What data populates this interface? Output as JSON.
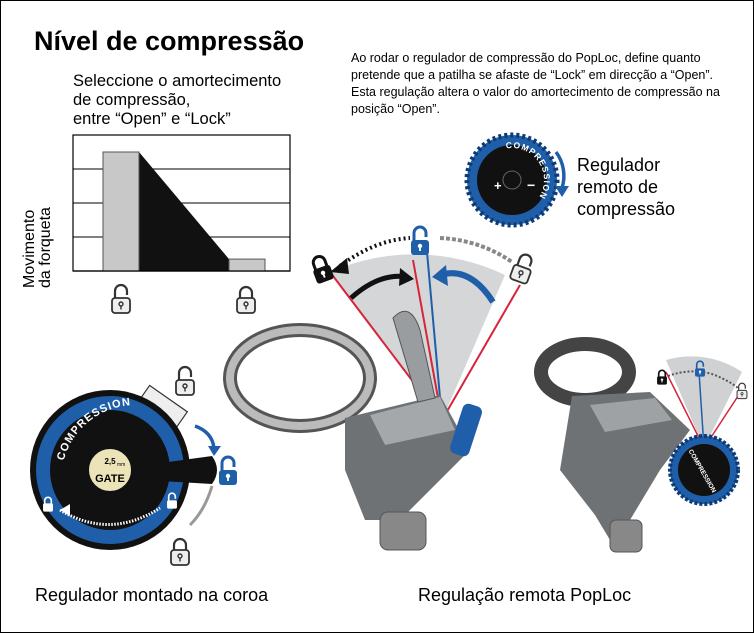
{
  "title": "Nível de compressão",
  "intro": "Ao rodar o regulador de compressão do PopLoc, define quanto pretende que a patilha se afaste de “Lock” em direcção a “Open”. Esta regulação altera o valor do amortecimento de compressão na posição “Open”.",
  "chart": {
    "select_line1": "Seleccione o amortecimento",
    "select_line2": "de compressão,",
    "select_line3": "entre “Open” e “Lock”",
    "axis_line1": "Movimento",
    "axis_line2": "da forqueta",
    "icons": [
      "unlock-icon",
      "lock-icon"
    ]
  },
  "chart_data": {
    "type": "bar",
    "categories": [
      "Open",
      "Lock"
    ],
    "values": [
      3.5,
      0.35
    ],
    "ylim": [
      0,
      4
    ],
    "grid": true,
    "ylabel": "Movimento da forqueta"
  },
  "remote_regulator": {
    "line1": "Regulador",
    "line2": "remoto de",
    "line3": "compressão",
    "dial_text": "COMPRESSION"
  },
  "crown_dial": {
    "ring_text": "COMPRESSION",
    "hex_size": "2,5",
    "hex_unit": "mm",
    "gate_text": "GATE"
  },
  "captions": {
    "left": "Regulador montado na coroa",
    "right": "Regulação remota PopLoc"
  },
  "colors": {
    "blue": "#1f5faa",
    "red": "#d6243a",
    "dark": "#111111",
    "bar_gray": "#c8c8c8"
  }
}
